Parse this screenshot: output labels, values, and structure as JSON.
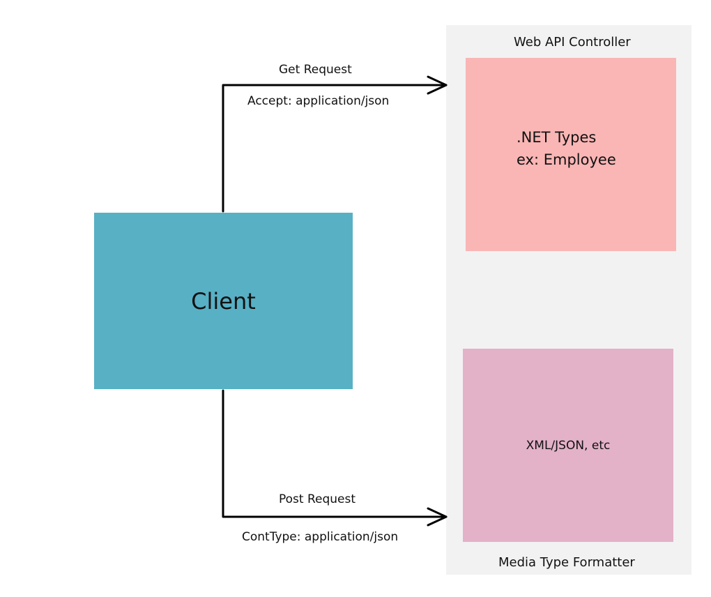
{
  "client": {
    "label": "Client"
  },
  "controller": {
    "title": "Web API Controller",
    "types_line1": ".NET Types",
    "types_line2": "ex: Employee"
  },
  "formatter": {
    "title": "Media Type Formatter",
    "content": "XML/JSON, etc"
  },
  "get_request": {
    "label": "Get Request",
    "header": "Accept: application/json"
  },
  "post_request": {
    "label": "Post Request",
    "header": "ContType: application/json"
  },
  "colors": {
    "client": "#58b0c5",
    "controller": "#f9b6b5",
    "formatter": "#e3b1c8",
    "panel": "#f2f2f2",
    "stroke": "#000000"
  }
}
